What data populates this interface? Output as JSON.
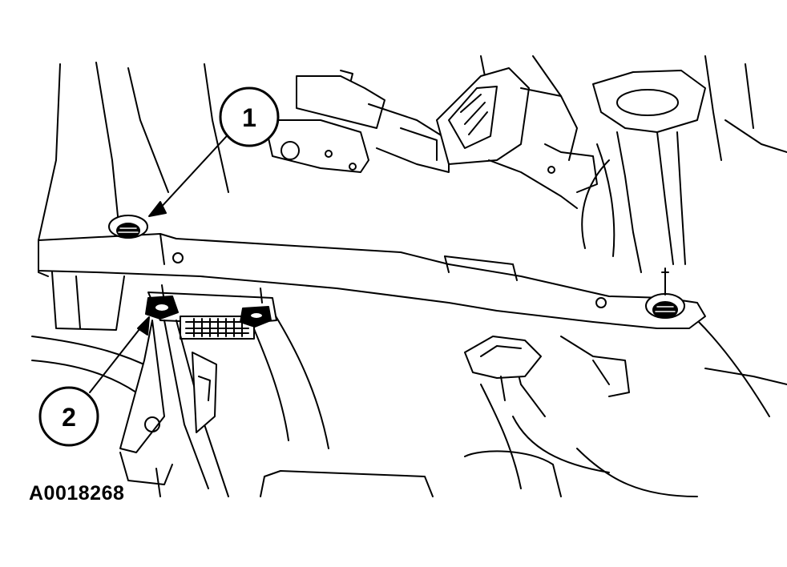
{
  "figure": {
    "id_label": "A0018268"
  },
  "callouts": [
    {
      "number": "1"
    },
    {
      "number": "2"
    }
  ],
  "colors": {
    "ink": "#000000",
    "paper": "#ffffff"
  }
}
